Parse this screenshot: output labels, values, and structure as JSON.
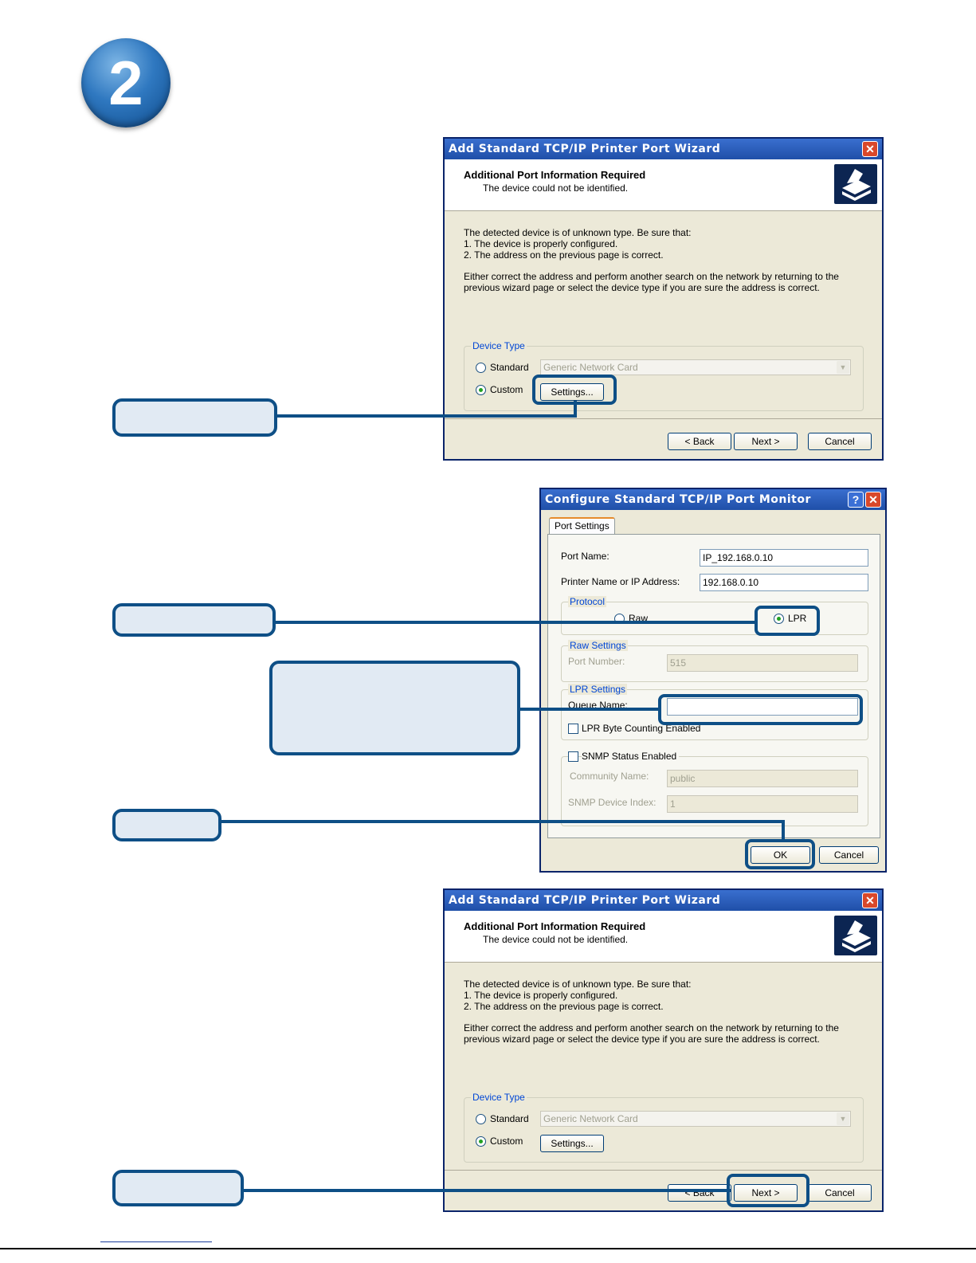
{
  "step": {
    "number": "2"
  },
  "wizard_1": {
    "title": "Add Standard TCP/IP Printer Port Wizard",
    "close": "✕",
    "header_title": "Additional Port Information Required",
    "header_sub": "The device could not be identified.",
    "body_line1": "The detected device is of unknown type.  Be sure that:",
    "body_line2": "1. The device is properly configured.",
    "body_line3": "2.  The address on the previous page is correct.",
    "body_line4": "Either correct the address and perform another search on the network by returning to the",
    "body_line5": "previous wizard page or select the device type if you are sure the address is correct.",
    "device_type_label": "Device Type",
    "standard_label": "Standard",
    "custom_label": "Custom",
    "standard_select": "Generic Network Card",
    "settings_button": "Settings...",
    "back_button": "< Back",
    "next_button": "Next >",
    "cancel_button": "Cancel"
  },
  "port_monitor": {
    "title": "Configure Standard TCP/IP Port Monitor",
    "help": "?",
    "close": "✕",
    "tab_label": "Port Settings",
    "port_name_label": "Port Name:",
    "port_name_value": "IP_192.168.0.10",
    "printer_address_label": "Printer Name or IP Address:",
    "printer_address_value": "192.168.0.10",
    "protocol_label": "Protocol",
    "raw_label": "Raw",
    "lpr_label": "LPR",
    "raw_settings_label": "Raw Settings",
    "port_number_label": "Port Number:",
    "port_number_value": "515",
    "lpr_settings_label": "LPR Settings",
    "queue_name_label": "Queue Name:",
    "queue_name_value": "",
    "lpr_byte_counting_label": "LPR Byte Counting Enabled",
    "snmp_label": "SNMP Status Enabled",
    "community_name_label": "Community Name:",
    "community_name_value": "public",
    "snmp_index_label": "SNMP Device Index:",
    "snmp_index_value": "1",
    "ok_button": "OK",
    "cancel_button": "Cancel"
  },
  "wizard_2": {
    "title": "Add Standard TCP/IP Printer Port Wizard",
    "close": "✕",
    "header_title": "Additional Port Information Required",
    "header_sub": "The device could not be identified.",
    "body_line1": "The detected device is of unknown type.  Be sure that:",
    "body_line2": "1. The device is properly configured.",
    "body_line3": "2.  The address on the previous page is correct.",
    "body_line4": "Either correct the address and perform another search on the network by returning to the",
    "body_line5": "previous wizard page or select the device type if you are sure the address is correct.",
    "device_type_label": "Device Type",
    "standard_label": "Standard",
    "custom_label": "Custom",
    "standard_select": "Generic Network Card",
    "settings_button": "Settings...",
    "back_button": "< Back",
    "next_button": "Next >",
    "cancel_button": "Cancel"
  },
  "colors": {
    "callout_border": "#0e4f86",
    "callout_fill": "#e1eaf3",
    "titlebar": "#1f4fa8",
    "dialog_bg": "#ece9d8"
  }
}
